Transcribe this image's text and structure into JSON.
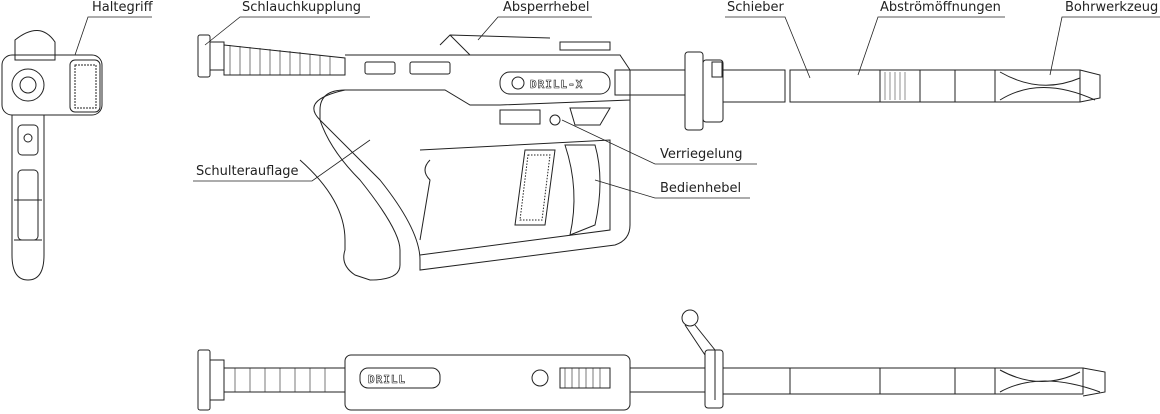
{
  "labels": {
    "haltegriff": "Haltegriff",
    "schlauchkupplung": "Schlauchkupplung",
    "absperrhebel": "Absperrhebel",
    "schieber": "Schieber",
    "abstroemoeffnungen": "Abströmöffnungen",
    "bohrwerkzeug": "Bohrwerkzeug",
    "schulterauflage": "Schulterauflage",
    "verriegelung": "Verriegelung",
    "bedienhebel": "Bedienhebel"
  },
  "logo": {
    "side": "DRILL-X",
    "bottom": "DRILL"
  }
}
